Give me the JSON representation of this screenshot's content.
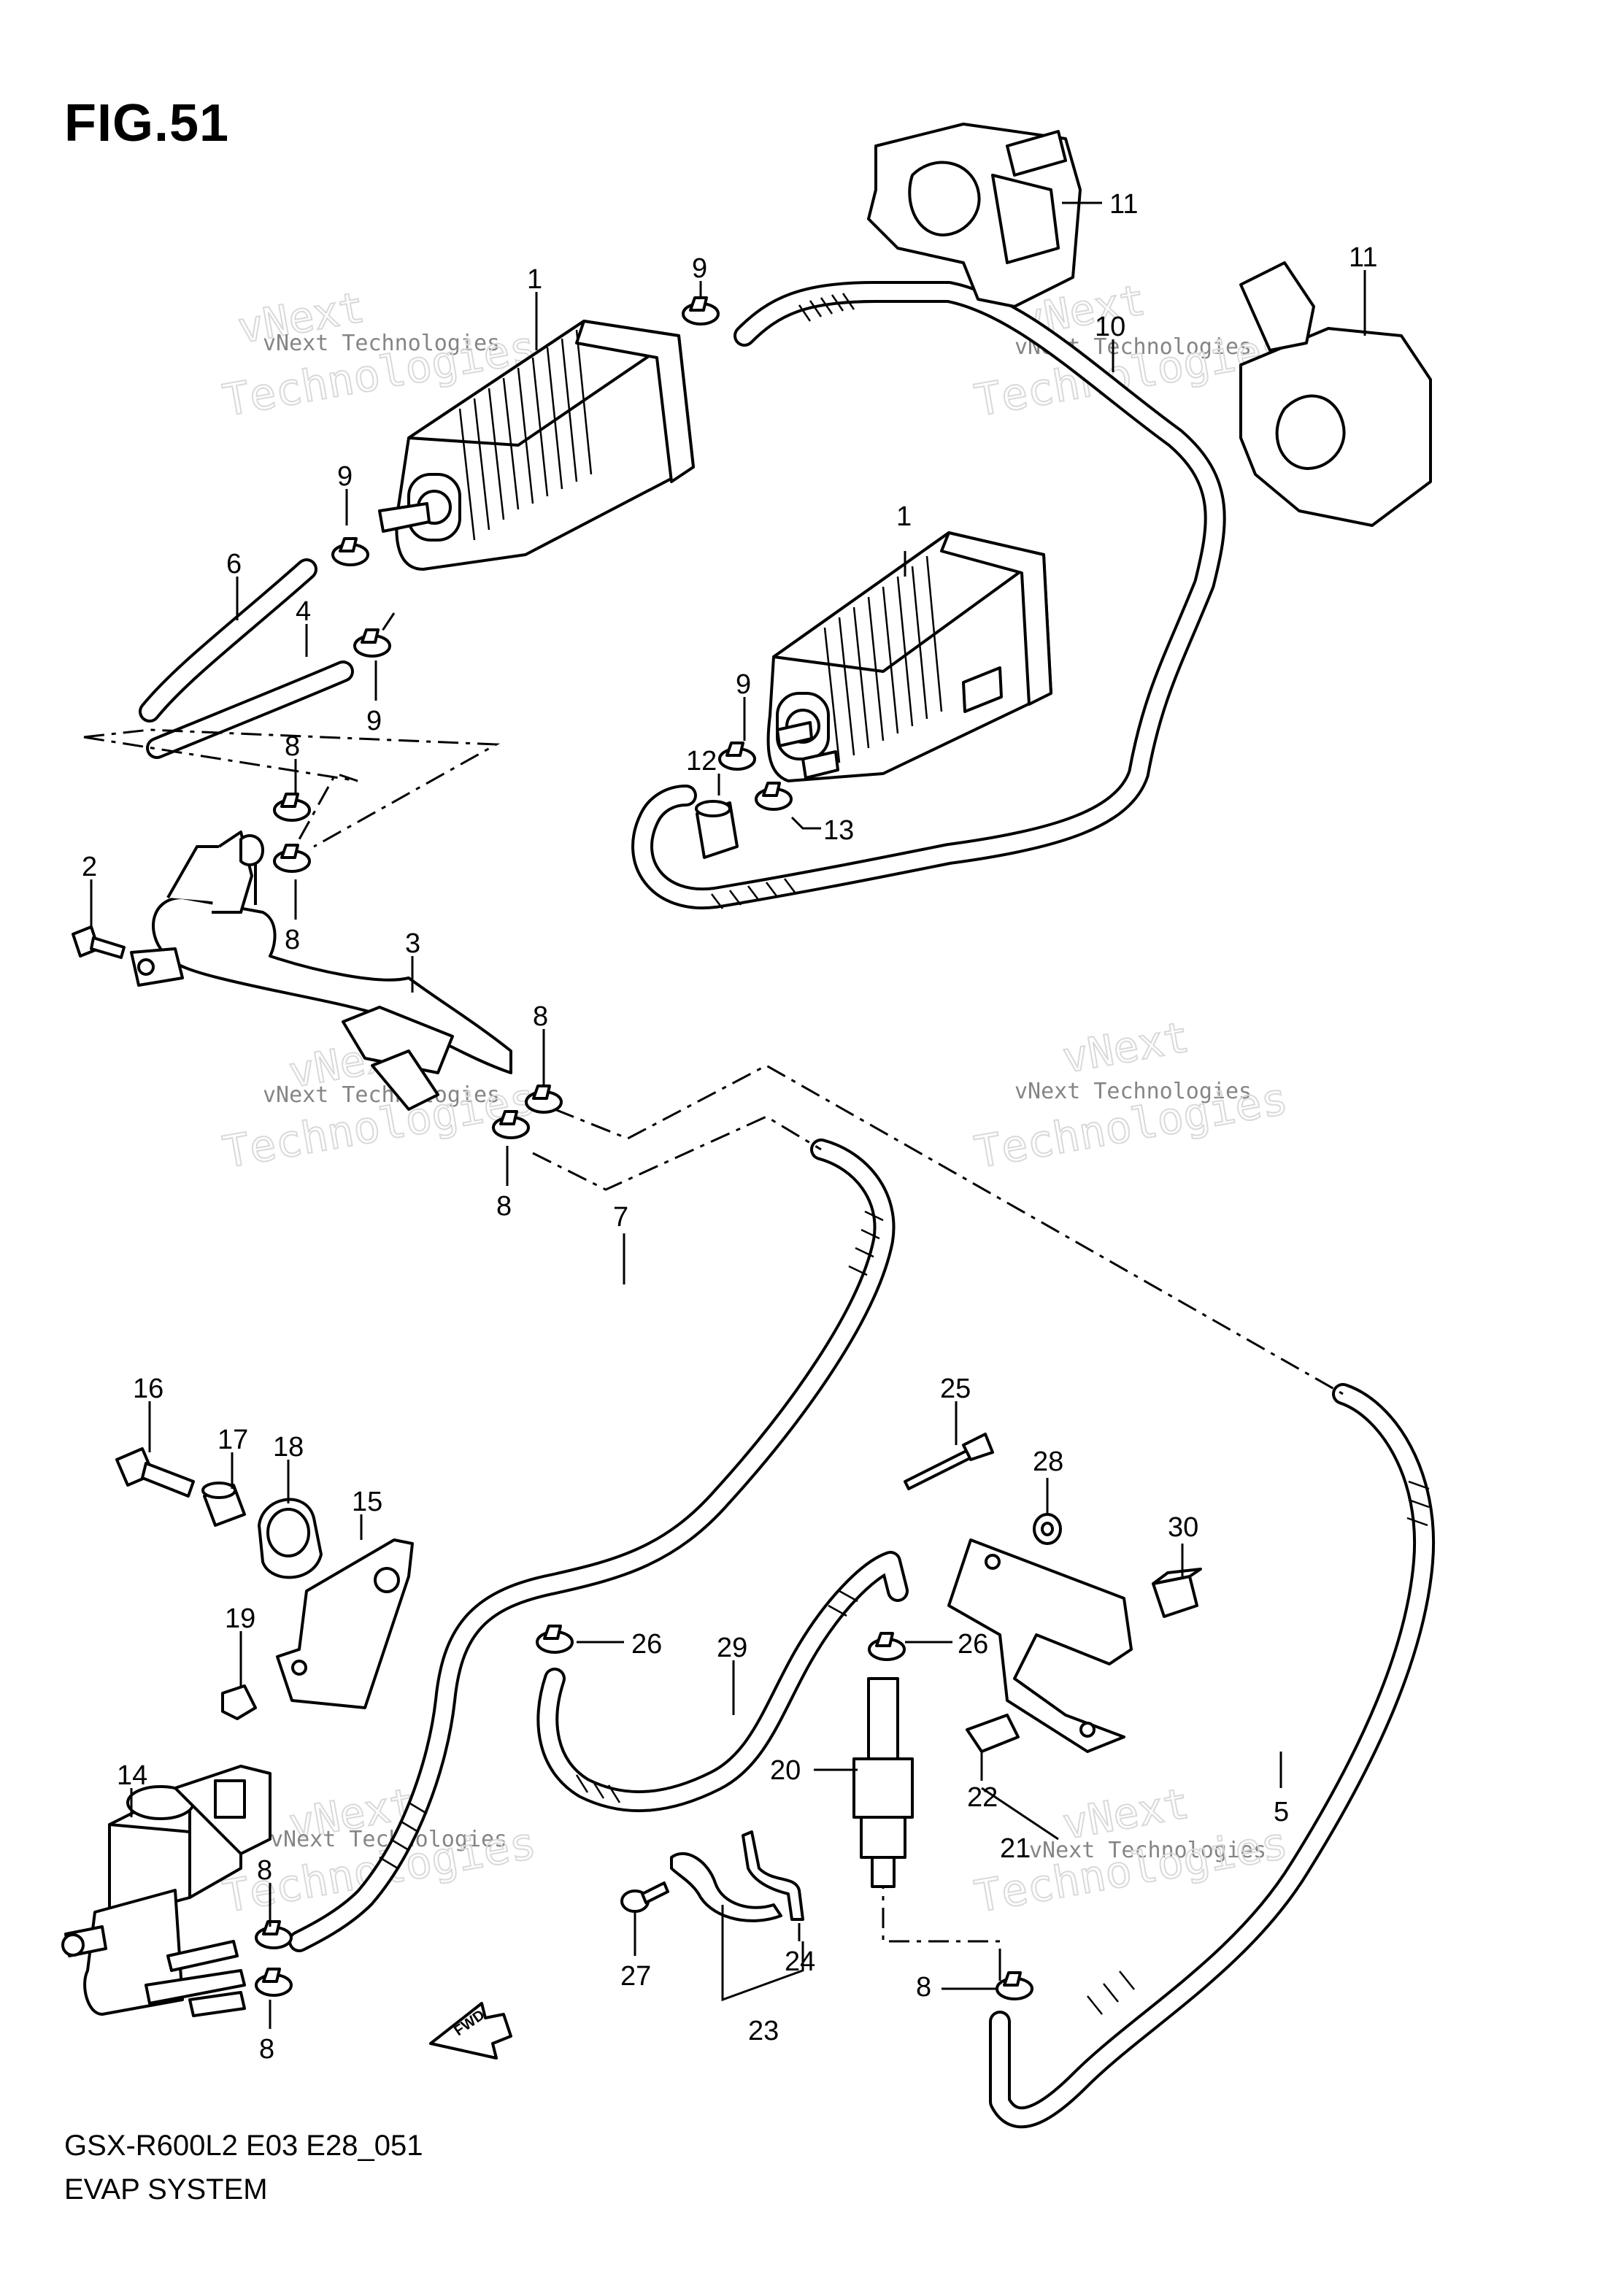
{
  "figure_title": "FIG.51",
  "footer": {
    "model_code": "GSX-R600L2 E03 E28_051",
    "system_name": "EVAP SYSTEM"
  },
  "watermark": {
    "line1": "vNext Technologies",
    "line2": "vNext",
    "line3": "Technologies"
  },
  "fwd_label": "FWD",
  "callouts": {
    "c1a": "1",
    "c1b": "1",
    "c2": "2",
    "c3": "3",
    "c4": "4",
    "c5": "5",
    "c6": "6",
    "c7": "7",
    "c8a": "8",
    "c8b": "8",
    "c8c": "8",
    "c8d": "8",
    "c8e": "8",
    "c8f": "8",
    "c8g": "8",
    "c9a": "9",
    "c9b": "9",
    "c9c": "9",
    "c9d": "9",
    "c10": "10",
    "c11a": "11",
    "c11b": "11",
    "c12": "12",
    "c13": "13",
    "c14": "14",
    "c15": "15",
    "c16": "16",
    "c17": "17",
    "c18": "18",
    "c19": "19",
    "c20": "20",
    "c21": "21",
    "c22": "22",
    "c23": "23",
    "c24": "24",
    "c25": "25",
    "c26a": "26",
    "c26b": "26",
    "c27": "27",
    "c28": "28",
    "c29": "29",
    "c30": "30"
  }
}
